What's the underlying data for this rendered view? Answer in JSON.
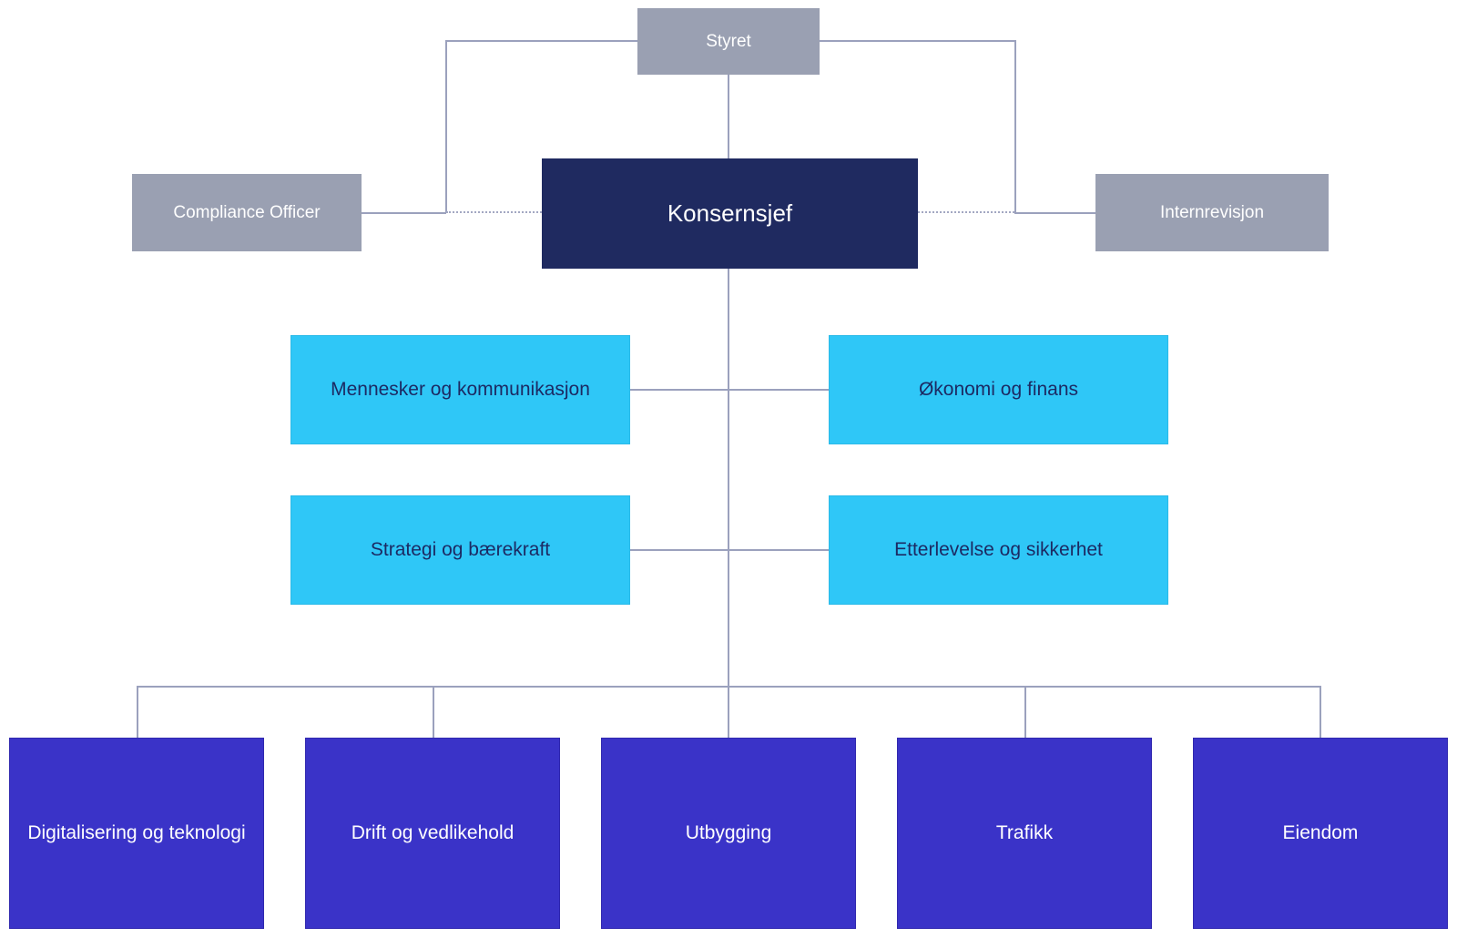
{
  "colors": {
    "bg": "#ffffff",
    "gray-box": "#9aa0b2",
    "navy-box": "#1f2a60",
    "cyan-box": "#2fc7f7",
    "indigo-box": "#3a33c8",
    "connector": "#9ba1bd",
    "connector-dotted": "#a3a8c2",
    "text-light": "#ffffff",
    "text-dark": "#1c2a63"
  },
  "org": {
    "board": {
      "label": "Styret"
    },
    "ceo": {
      "label": "Konsernsjef"
    },
    "staff_left": {
      "label": "Compliance Officer"
    },
    "staff_right": {
      "label": "Internrevisjon"
    },
    "staff_units": [
      {
        "label": "Mennesker og kommunikasjon"
      },
      {
        "label": "Økonomi og finans"
      },
      {
        "label": "Strategi og bærekraft"
      },
      {
        "label": "Etterlevelse og sikkerhet"
      }
    ],
    "divisions": [
      {
        "label": "Digitalisering og teknologi"
      },
      {
        "label": "Drift og vedlikehold"
      },
      {
        "label": "Utbygging"
      },
      {
        "label": "Trafikk"
      },
      {
        "label": "Eiendom"
      }
    ]
  }
}
